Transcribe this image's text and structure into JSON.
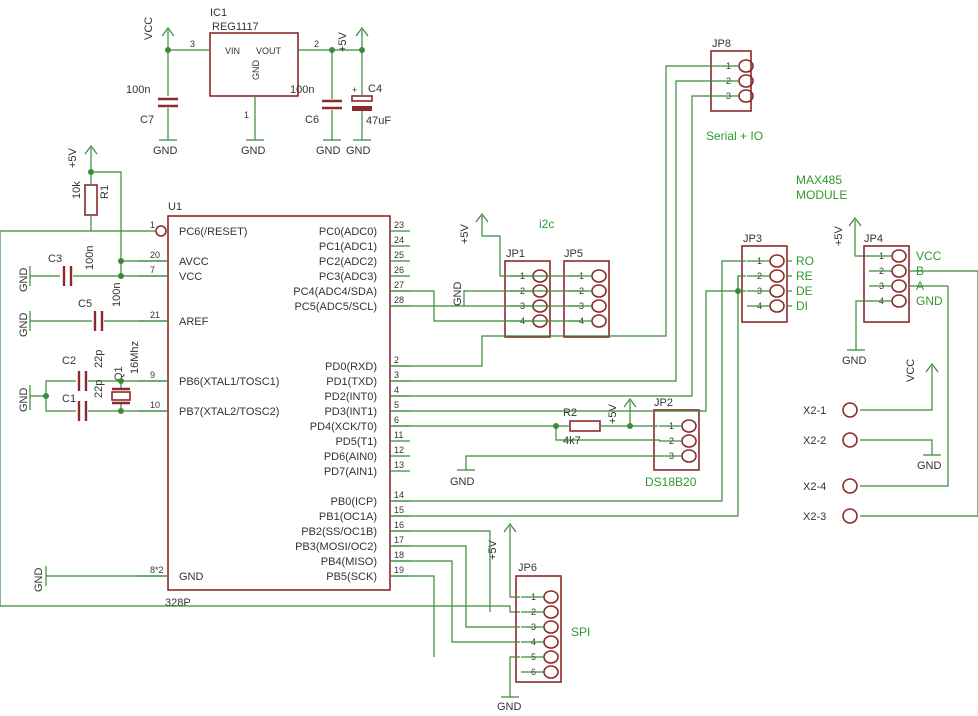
{
  "ic1": {
    "ref": "IC1",
    "value": "REG1117",
    "pin_in": "VIN",
    "pin_out": "VOUT",
    "pin_gnd": "GND",
    "n_in": "3",
    "n_out": "2",
    "n_gnd": "1"
  },
  "u1": {
    "ref": "U1",
    "value": "328P",
    "left_pins": [
      {
        "num": "1",
        "name": "PC6(/RESET)"
      },
      {
        "num": "20",
        "name": "AVCC"
      },
      {
        "num": "7",
        "name": "VCC"
      },
      {
        "num": "21",
        "name": "AREF"
      },
      {
        "num": "9",
        "name": "PB6(XTAL1/TOSC1)"
      },
      {
        "num": "10",
        "name": "PB7(XTAL2/TOSC2)"
      },
      {
        "num": "8*2",
        "name": "GND"
      }
    ],
    "right_pins": [
      {
        "num": "23",
        "name": "PC0(ADC0)"
      },
      {
        "num": "24",
        "name": "PC1(ADC1)"
      },
      {
        "num": "25",
        "name": "PC2(ADC2)"
      },
      {
        "num": "26",
        "name": "PC3(ADC3)"
      },
      {
        "num": "27",
        "name": "PC4(ADC4/SDA)"
      },
      {
        "num": "28",
        "name": "PC5(ADC5/SCL)"
      },
      {
        "num": "2",
        "name": "PD0(RXD)"
      },
      {
        "num": "3",
        "name": "PD1(TXD)"
      },
      {
        "num": "4",
        "name": "PD2(INT0)"
      },
      {
        "num": "5",
        "name": "PD3(INT1)"
      },
      {
        "num": "6",
        "name": "PD4(XCK/T0)"
      },
      {
        "num": "11",
        "name": "PD5(T1)"
      },
      {
        "num": "12",
        "name": "PD6(AIN0)"
      },
      {
        "num": "13",
        "name": "PD7(AIN1)"
      },
      {
        "num": "14",
        "name": "PB0(ICP)"
      },
      {
        "num": "15",
        "name": "PB1(OC1A)"
      },
      {
        "num": "16",
        "name": "PB2(SS/OC1B)"
      },
      {
        "num": "17",
        "name": "PB3(MOSI/OC2)"
      },
      {
        "num": "18",
        "name": "PB4(MISO)"
      },
      {
        "num": "19",
        "name": "PB5(SCK)"
      }
    ]
  },
  "parts": {
    "c7": {
      "ref": "C7",
      "value": "100n"
    },
    "c6": {
      "ref": "C6",
      "value": "100n"
    },
    "c4": {
      "ref": "C4",
      "value": "47uF"
    },
    "c3": {
      "ref": "C3",
      "value": "100n"
    },
    "c5": {
      "ref": "C5",
      "value": "100n"
    },
    "c2": {
      "ref": "C2",
      "value": "22p"
    },
    "c1": {
      "ref": "C1",
      "value": "22p"
    },
    "q1": {
      "ref": "Q1",
      "value": "16Mhz"
    },
    "r1": {
      "ref": "R1",
      "value": "10k"
    },
    "r2": {
      "ref": "R2",
      "value": "4k7"
    }
  },
  "nets": {
    "vcc": "VCC",
    "v5": "+5V",
    "gnd": "GND"
  },
  "connectors": {
    "jp8": {
      "ref": "JP8",
      "pins": [
        "1",
        "2",
        "3"
      ],
      "caption": "Serial + IO"
    },
    "jp1": {
      "ref": "JP1",
      "pins": [
        "1",
        "2",
        "3",
        "4"
      ]
    },
    "jp5": {
      "ref": "JP5",
      "pins": [
        "1",
        "2",
        "3",
        "4"
      ]
    },
    "i2c_caption": "i2c",
    "jp3": {
      "ref": "JP3",
      "pins": [
        "1",
        "2",
        "3",
        "4"
      ],
      "signals": [
        "RO",
        "RE",
        "DE",
        "DI"
      ]
    },
    "jp4": {
      "ref": "JP4",
      "pins": [
        "1",
        "2",
        "3",
        "4"
      ],
      "signals": [
        "VCC",
        "B",
        "A",
        "GND"
      ]
    },
    "max485_caption": [
      "MAX485",
      "MODULE"
    ],
    "jp2": {
      "ref": "JP2",
      "pins": [
        "1",
        "2",
        "3"
      ],
      "caption": "DS18B20"
    },
    "jp6": {
      "ref": "JP6",
      "pins": [
        "1",
        "2",
        "3",
        "4",
        "5",
        "6"
      ],
      "caption": "SPI"
    }
  },
  "x2": [
    "X2-1",
    "X2-2",
    "X2-4",
    "X2-3"
  ]
}
